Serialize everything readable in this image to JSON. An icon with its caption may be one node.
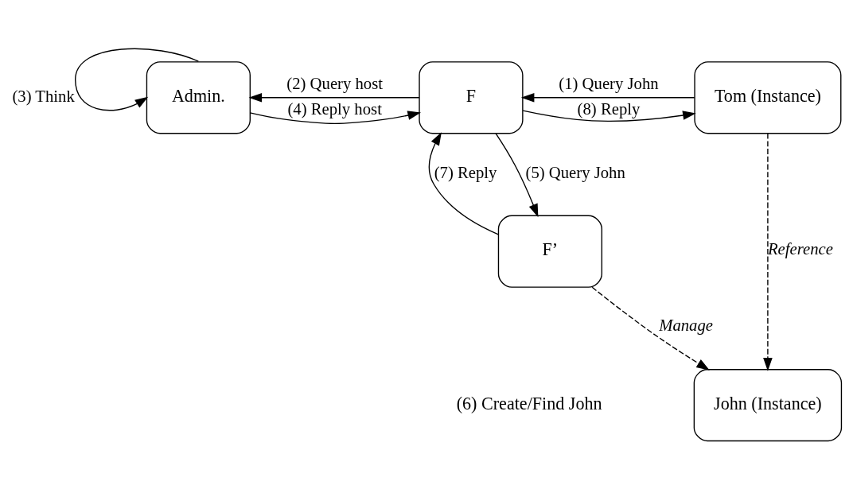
{
  "diagram": {
    "nodes": [
      {
        "text": [
          "Admin."
        ]
      },
      {
        "text": [
          "F"
        ]
      },
      {
        "text": [
          "Tom (Instance)"
        ]
      },
      {
        "text": [
          "F’"
        ]
      },
      {
        "text": [
          "John (Instance)"
        ]
      }
    ],
    "edges": [
      {
        "from": 2,
        "to": 1,
        "arrow": "to",
        "label": "(1) Query John"
      },
      {
        "from": 1,
        "to": 0,
        "arrow": "to",
        "label": "(2) Query host"
      },
      {
        "from": 0,
        "to": 0,
        "arrow": "to",
        "label": "(3) Think"
      },
      {
        "from": 0,
        "to": 1,
        "arrow": "to",
        "label": "(4) Reply host"
      },
      {
        "from": 1,
        "to": 3,
        "arrow": "to",
        "label": "(5) Query John"
      },
      {
        "from": 3,
        "to": 4,
        "arrow": "to",
        "label": "Manage",
        "style": "dashed"
      },
      {
        "from": 3,
        "to": 1,
        "arrow": "to",
        "label": "(7) Reply"
      },
      {
        "from": 1,
        "to": 2,
        "arrow": "to",
        "label": "(8) Reply"
      },
      {
        "from": 2,
        "to": 4,
        "arrow": "to",
        "label": "Reference",
        "style": "dashed"
      }
    ],
    "labels": [
      "(6) Create/Find John"
    ]
  }
}
